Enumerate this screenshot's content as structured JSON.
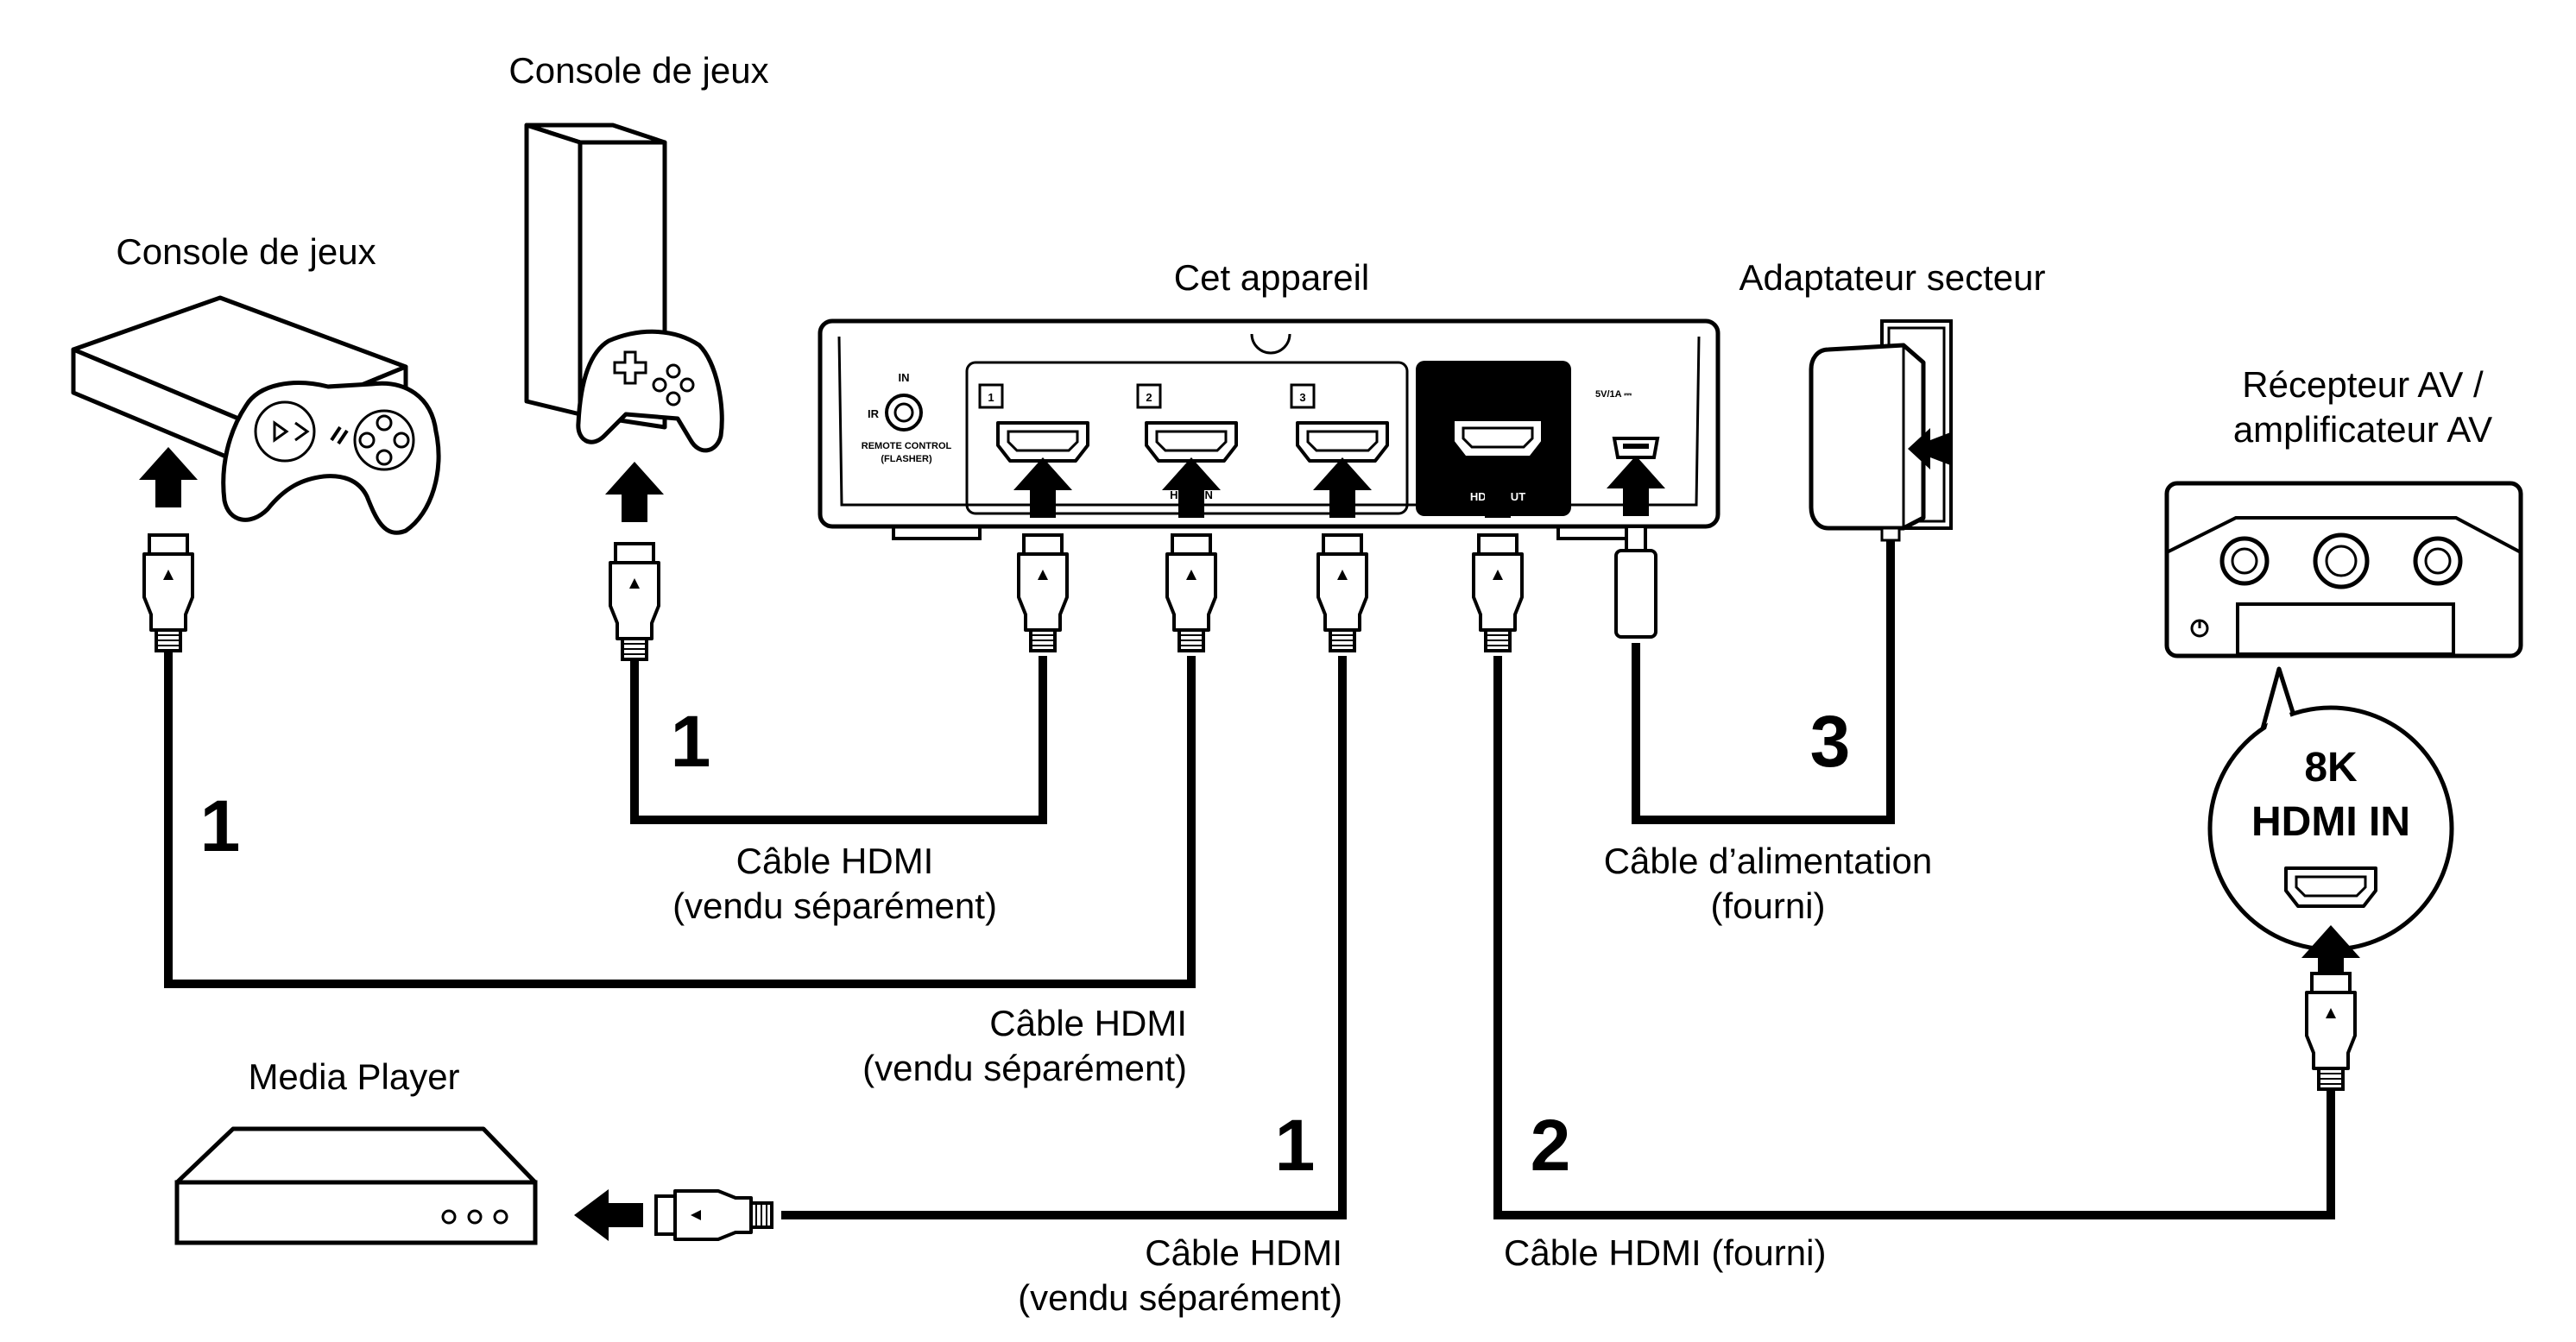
{
  "labels": {
    "console_top": "Console de jeux",
    "console_left": "Console de jeux",
    "device": "Cet appareil",
    "adapter": "Adaptateur secteur",
    "receiver_line1": "Récepteur AV /",
    "receiver_line2": "amplificateur AV",
    "media_player": "Media Player",
    "cable_a_line1": "Câble HDMI",
    "cable_a_line2": "(vendu séparément)",
    "cable_b_line1": "Câble HDMI",
    "cable_b_line2": "(vendu séparément)",
    "cable_c_line1": "Câble HDMI",
    "cable_c_line2": "(vendu séparément)",
    "cable_out": "Câble HDMI (fourni)",
    "power_cable_line1": "Câble d’alimentation",
    "power_cable_line2": "(fourni)"
  },
  "steps": {
    "left_console": "1",
    "top_console": "1",
    "media_player": "1",
    "hdmi_out": "2",
    "power": "3"
  },
  "device_panel": {
    "ir_in": "IN",
    "ir": "IR",
    "remote_control": "REMOTE CONTROL",
    "flasher": "(FLASHER)",
    "port1": "1",
    "port2": "2",
    "port3": "3",
    "hdmi_in_partial": "HDMI IN",
    "hdmi_out_partial": "HDMI OUT",
    "power_rating": "5V/1A ⎓"
  },
  "callout": {
    "line1": "8K",
    "line2": "HDMI IN"
  }
}
